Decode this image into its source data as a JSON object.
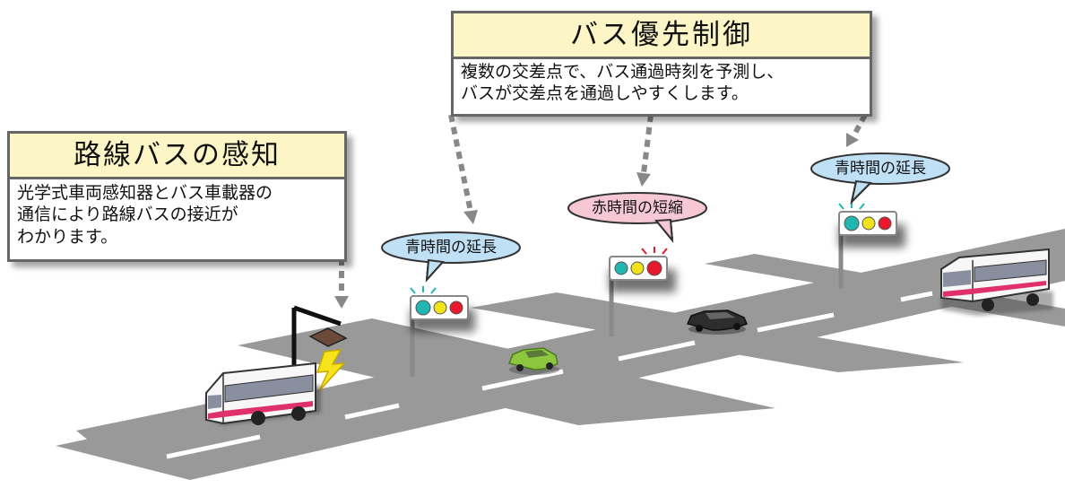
{
  "detection_box": {
    "title": "路線バスの感知",
    "body": "光学式車両感知器とバス車載器の\n通信により路線バスの接近が\nわかります。"
  },
  "priority_box": {
    "title": "バス優先制御",
    "body": "複数の交差点で、バス通過時刻を予測し、\nバスが交差点を通過しやすくします。"
  },
  "bubbles": {
    "green_extension_1": "青時間の延長",
    "red_shortening": "赤時間の短縮",
    "green_extension_2": "青時間の延長"
  },
  "colors": {
    "road": "#999999",
    "lane_marking": "#ffffff",
    "header_fill": "#fcf6c6",
    "green_bubble": "#bfe0f5",
    "red_bubble": "#f6c8d6",
    "signal_green": "#20b7b0",
    "signal_yellow": "#f2e21a",
    "signal_red": "#e8192c",
    "bus_stripe": "#e0306a",
    "car_green": "#8cc63f",
    "car_dark": "#333333",
    "arrow": "#888888"
  }
}
